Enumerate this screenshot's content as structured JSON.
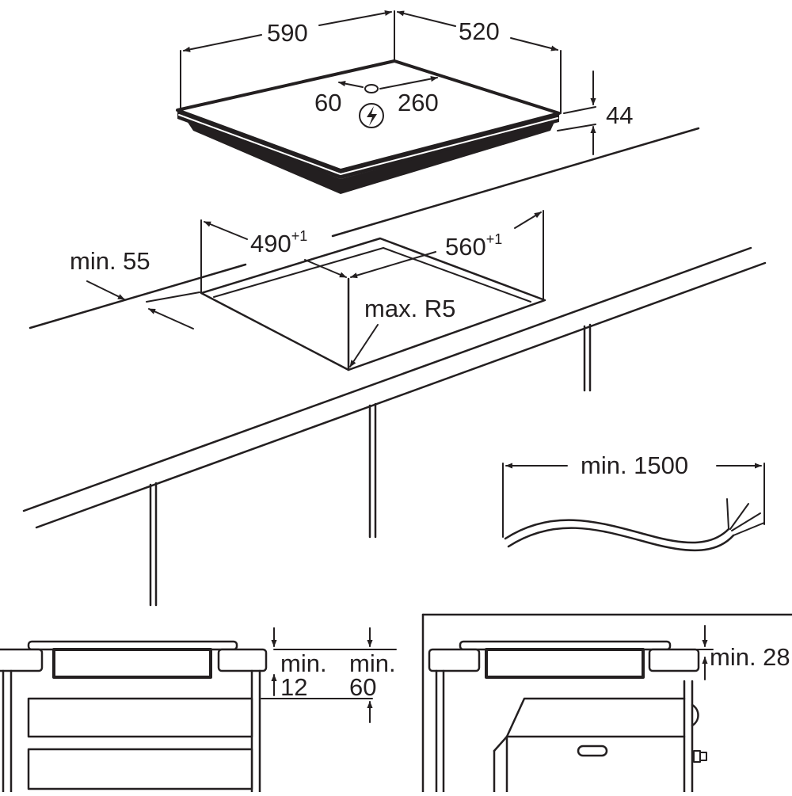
{
  "hob": {
    "width_label": "590",
    "depth_label": "520",
    "height_label": "44",
    "cable_offset_left": "60",
    "cable_offset_right": "260",
    "power_icon": "lightning-bolt-icon"
  },
  "cutout": {
    "width_label": "490",
    "width_tolerance": "+1",
    "depth_label": "560",
    "depth_tolerance": "+1",
    "edge_distance_label": "min. 55",
    "corner_radius_label": "max. R5"
  },
  "cable": {
    "length_label": "min. 1500"
  },
  "section_drawers": {
    "gap_top_label": "min.",
    "gap_top_value": "12",
    "gap_side_label": "min.",
    "gap_side_value": "60"
  },
  "section_oven": {
    "gap_label": "min. 28"
  }
}
